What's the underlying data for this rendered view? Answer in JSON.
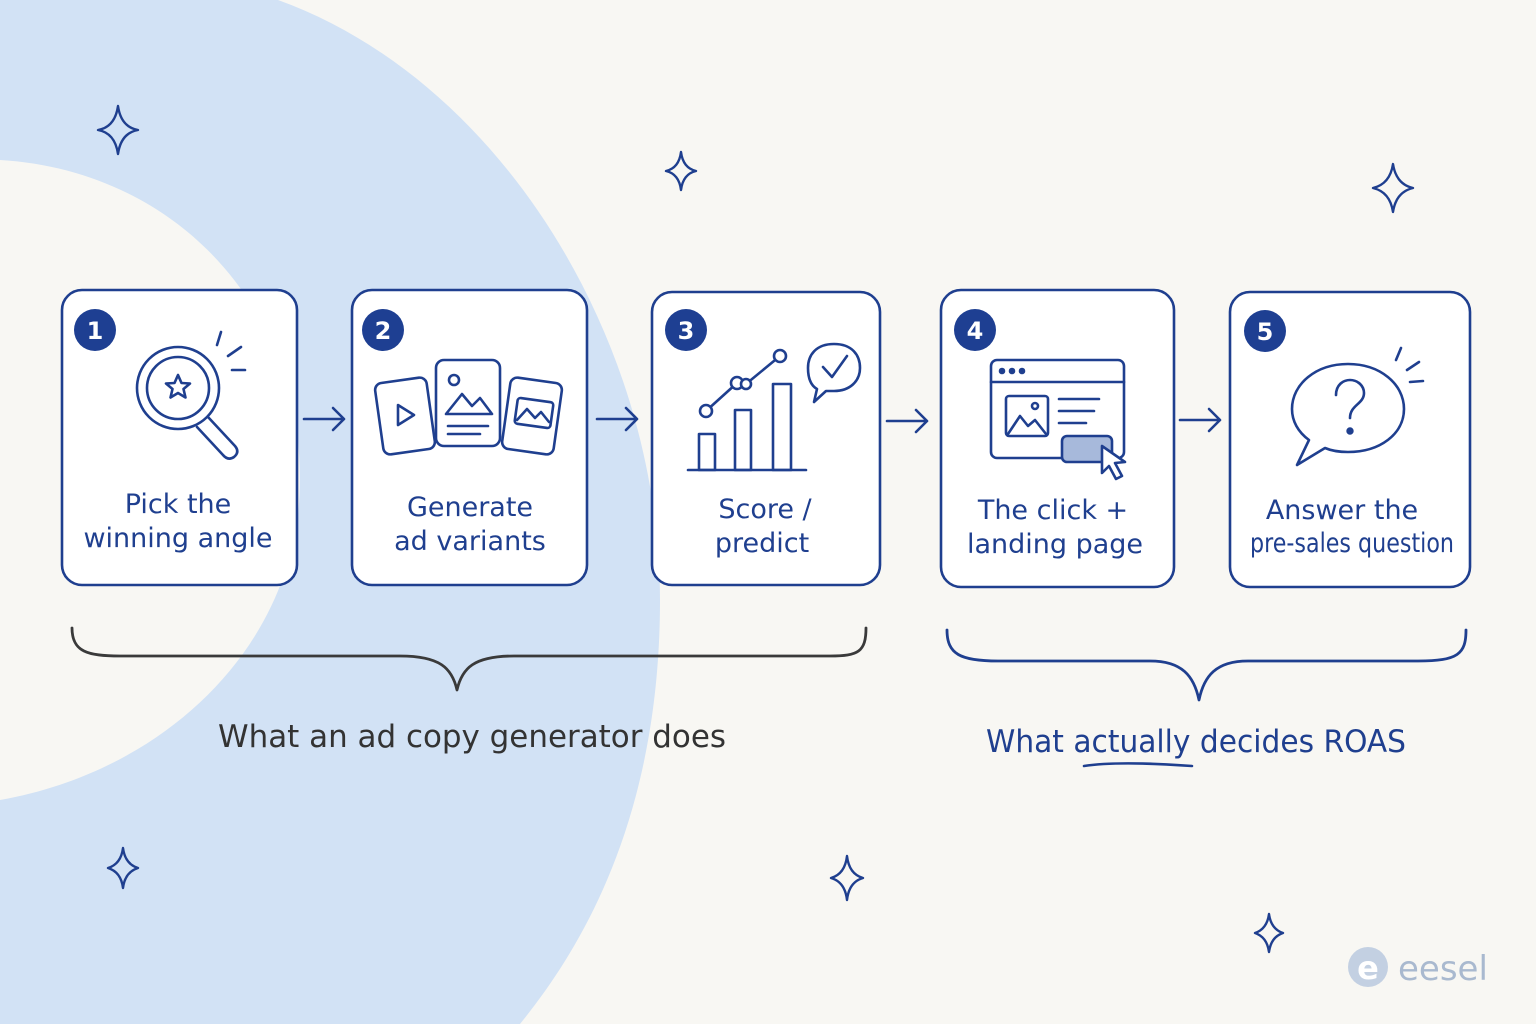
{
  "steps": [
    {
      "number": "1",
      "lines": [
        "Pick the",
        "winning angle"
      ],
      "icon": "magnifier-star-icon"
    },
    {
      "number": "2",
      "lines": [
        "Generate",
        "ad variants"
      ],
      "icon": "ad-cards-icon"
    },
    {
      "number": "3",
      "lines": [
        "Score /",
        "predict"
      ],
      "icon": "bar-chart-check-icon"
    },
    {
      "number": "4",
      "lines": [
        "The click +",
        "landing page"
      ],
      "icon": "browser-cursor-icon"
    },
    {
      "number": "5",
      "lines": [
        "Answer the",
        "pre-sales question"
      ],
      "icon": "question-bubble-icon"
    }
  ],
  "groups": {
    "left": {
      "label": "What an ad copy generator does"
    },
    "right": {
      "prefix": "What ",
      "emphasis": "actually",
      "suffix": " decides ROAS"
    }
  },
  "brand": {
    "name": "eesel",
    "logo_letter": "e"
  },
  "colors": {
    "background": "#f8f7f3",
    "arc": "#d2e2f5",
    "ink": "#1f3f8f",
    "badge": "#1e3f92",
    "brace_left": "#3a3a3a"
  }
}
